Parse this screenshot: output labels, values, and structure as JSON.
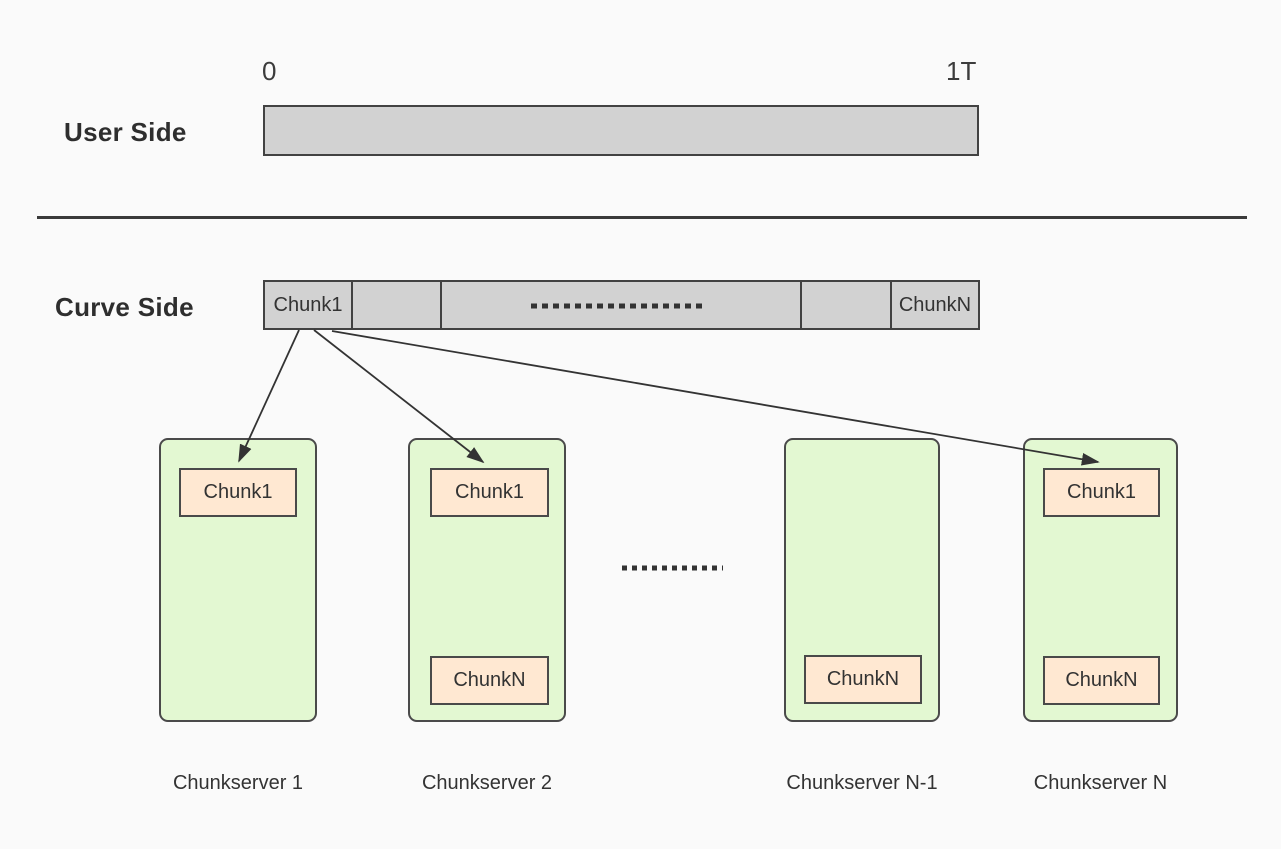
{
  "diagram": {
    "title_context": "Curve distributed storage chunk mapping diagram",
    "user_side": {
      "label": "User Side",
      "range_start": "0",
      "range_end": "1T"
    },
    "curve_side": {
      "label": "Curve Side",
      "first_segment": "Chunk1",
      "last_segment": "ChunkN",
      "middle_ellipsis_icon": "dashed-ellipsis-line"
    },
    "servers": [
      {
        "label": "Chunkserver 1",
        "top_chunk": "Chunk1"
      },
      {
        "label": "Chunkserver 2",
        "top_chunk": "Chunk1",
        "bottom_chunk": "ChunkN"
      },
      {
        "label": "Chunkserver N-1",
        "bottom_chunk": "ChunkN"
      },
      {
        "label": "Chunkserver N",
        "top_chunk": "Chunk1",
        "bottom_chunk": "ChunkN"
      }
    ],
    "between_servers_ellipsis_icon": "dashed-ellipsis-line",
    "arrows": [
      {
        "name": "chunk1-to-chunkserver-1"
      },
      {
        "name": "chunk1-to-chunkserver-2"
      },
      {
        "name": "chunk1-to-chunkserver-n"
      }
    ],
    "colors": {
      "background": "#fafafa",
      "bar_fill": "#d2d2d2",
      "bar_border": "#424242",
      "server_fill": "#e3f8d2",
      "chunk_fill": "#ffe8d2",
      "box_border": "#4a4a4a",
      "line": "#333333",
      "text": "#333333"
    }
  }
}
